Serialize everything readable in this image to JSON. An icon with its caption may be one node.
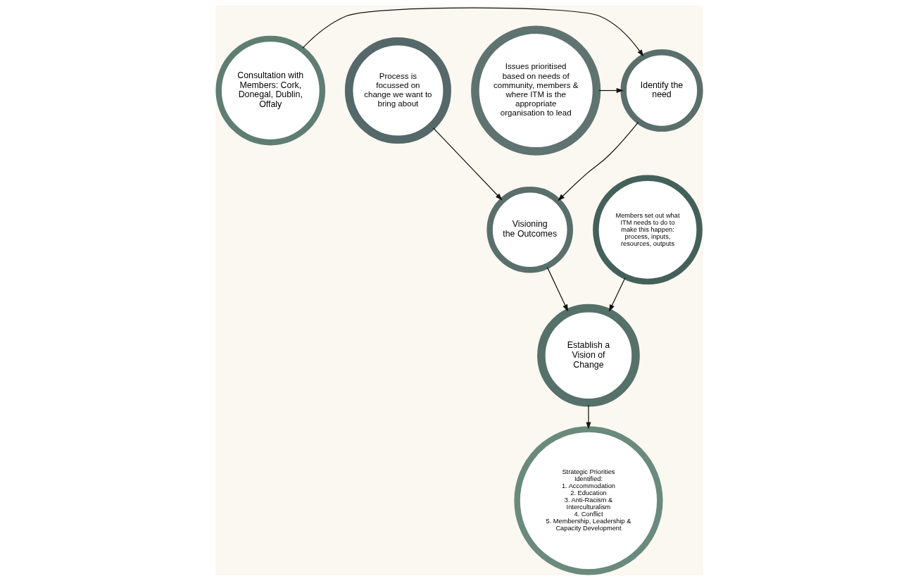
{
  "diagram": {
    "nodes": [
      {
        "text": [
          "Consultation with Members: Cork, Donegal, Dublin, Offaly"
        ]
      },
      {
        "text": [
          "Identify the need"
        ]
      },
      {
        "text": [
          "Issues prioritised based on needs of community, members & where ITM is the appropriate organisation to lead"
        ]
      },
      {
        "text": [
          "Members set out what ITM needs to do to make this happen: process, inputs, resources, outputs"
        ]
      },
      {
        "text": [
          "Visioning the Outcomes"
        ]
      },
      {
        "text": [
          "Strategic Priorities Identified:",
          "1. Accommodation",
          "2. Education",
          "3. Anti-Racism & Interculturalism",
          "4. Conflict",
          "5. Membership, Leadership & Capacity Development"
        ]
      },
      {
        "text": [
          "Process is focussed on change we want to bring about"
        ]
      },
      {
        "text": [
          "Establish a Vision of Change"
        ]
      }
    ],
    "edges": [
      {
        "from": 0,
        "to": 1,
        "arrow": "to"
      },
      {
        "from": 2,
        "to": 1,
        "arrow": "to"
      },
      {
        "from": 1,
        "to": 4,
        "arrow": "to"
      },
      {
        "from": 3,
        "to": 7,
        "arrow": "to"
      },
      {
        "from": 4,
        "to": 7,
        "arrow": "to"
      },
      {
        "from": 6,
        "to": 4,
        "arrow": "to"
      },
      {
        "from": 7,
        "to": 5,
        "arrow": "to"
      }
    ]
  }
}
